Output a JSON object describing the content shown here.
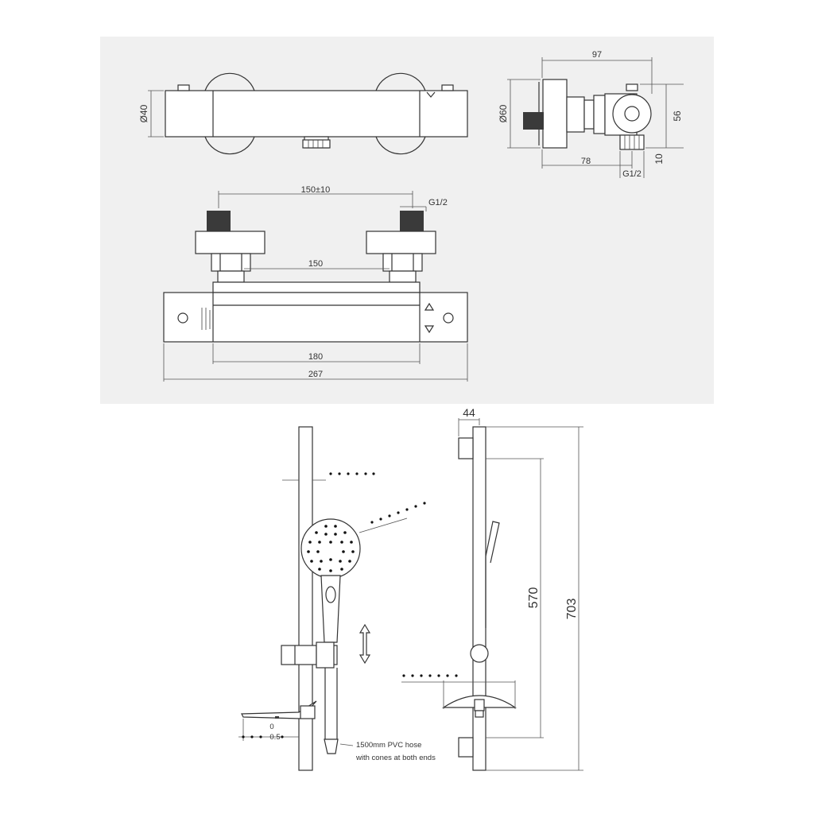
{
  "valve_top_view": {
    "diameter_label": "Ø40"
  },
  "valve_side_view": {
    "width_label": "97",
    "diameter_label": "Ø60",
    "height_label": "56",
    "depth_label": "78",
    "outlet_offset_label": "10",
    "outlet_thread_label": "G1/2"
  },
  "valve_front_view": {
    "center_distance_label": "150±10",
    "inlet_thread_label": "G1/2",
    "inner_distance_label": "150",
    "body_length_label": "180",
    "total_length_label": "267"
  },
  "rail_front_view": {
    "soap_dish_label_a": "0",
    "soap_dish_label_b": "0.5",
    "hose_label_line1": "1500mm PVC hose",
    "hose_label_line2": "with cones at both ends"
  },
  "rail_side_view": {
    "bracket_depth_label": "44",
    "bracket_distance_label": "570",
    "rail_length_label": "703"
  }
}
